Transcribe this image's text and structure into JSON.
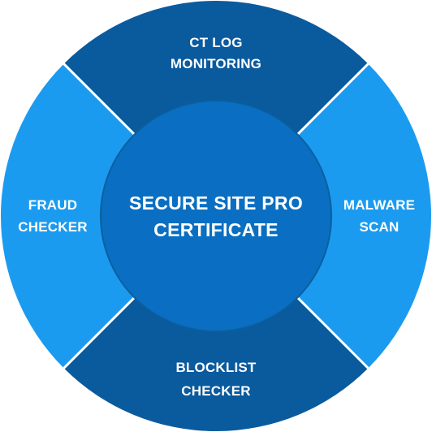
{
  "center": {
    "line1": "SECURE SITE PRO",
    "line2": "CERTIFICATE",
    "color": "#0a6fc2"
  },
  "segments": {
    "top": {
      "line1": "CT LOG",
      "line2": "MONITORING",
      "color": "#0a5a9e"
    },
    "right": {
      "line1": "MALWARE",
      "line2": "SCAN",
      "color": "#1b9bf0"
    },
    "bottom": {
      "line1": "BLOCKLIST",
      "line2": "CHECKER",
      "color": "#0a5a9e"
    },
    "left": {
      "line1": "FRAUD",
      "line2": "CHECKER",
      "color": "#1b9bf0"
    }
  },
  "colors": {
    "divider": "#ffffff",
    "center_ring": "#0b5f9f"
  }
}
